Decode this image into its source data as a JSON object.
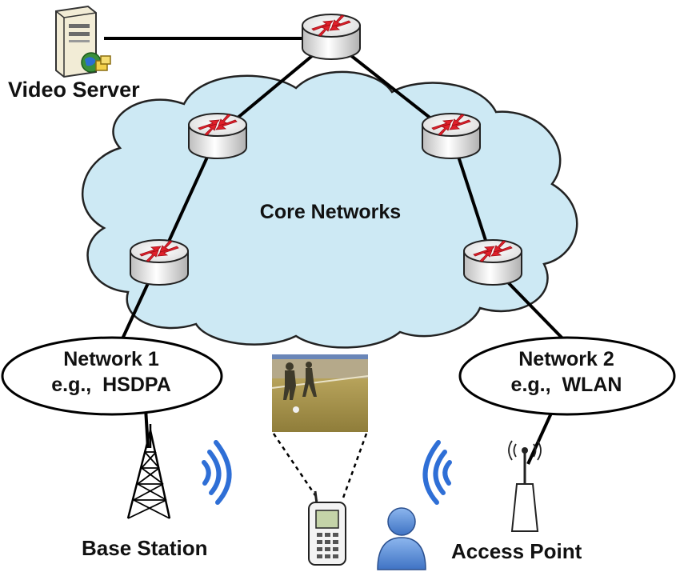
{
  "nodes": {
    "video_server": {
      "label": "Video Server"
    },
    "core": {
      "label": "Core Networks"
    },
    "network1": {
      "line1": "Network 1",
      "line2": "e.g.,  HSDPA"
    },
    "network2": {
      "line1": "Network 2",
      "line2": "e.g.,  WLAN"
    },
    "base_station": {
      "label": "Base Station"
    },
    "access_point": {
      "label": "Access Point"
    }
  },
  "colors": {
    "cloud_fill": "#cde9f4",
    "cloud_stroke": "#222222",
    "router_arrow": "#e0202a",
    "wireless": "#2f6fd6",
    "user": "#5b8fd6"
  },
  "icons": [
    "server-icon",
    "router-icon",
    "cloud-icon",
    "tower-icon",
    "wireless-waves-icon",
    "phone-icon",
    "user-icon",
    "access-point-icon",
    "video-frame-image"
  ]
}
